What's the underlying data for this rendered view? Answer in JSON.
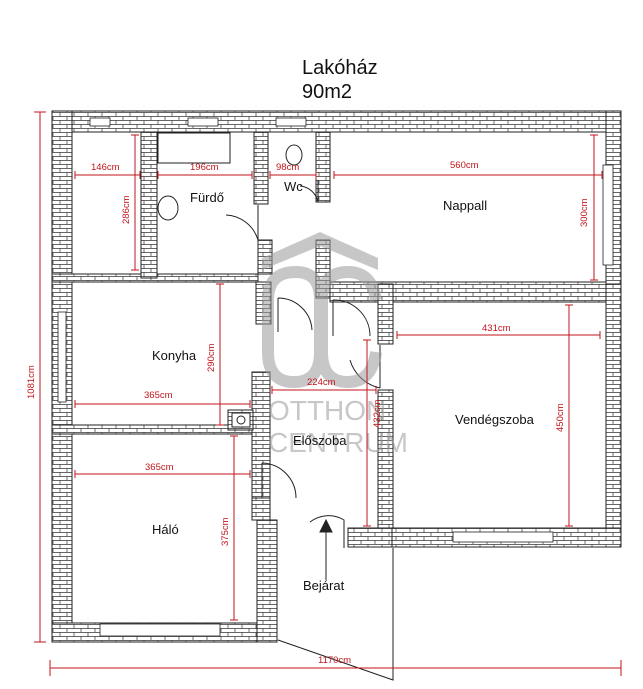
{
  "title": {
    "name": "Lakóház",
    "area": "90m2"
  },
  "watermark": {
    "line1": "OTTHON",
    "line2": "CENTRUM"
  },
  "rooms": {
    "furdo": "Fürdő",
    "wc": "Wc",
    "nappali": "Nappall",
    "konyha": "Konyha",
    "vendegszoba": "Vendégszoba",
    "eloszoba": "Előszoba",
    "halo": "Háló",
    "bejarat": "Bejárat"
  },
  "dimensions": {
    "d146": "146cm",
    "d286": "286cm",
    "d196": "196cm",
    "d98": "98cm",
    "d560": "560cm",
    "d300": "300cm",
    "d431": "431cm",
    "d290": "290cm",
    "d365a": "365cm",
    "d224": "224cm",
    "d432": "432cm",
    "d450": "450cm",
    "d365b": "365cm",
    "d375": "375cm",
    "d1081": "1081cm",
    "d1170": "1170cm"
  },
  "colors": {
    "dimension": "#c0151b",
    "wall": "#222222",
    "watermark": "#9a9a9a"
  }
}
